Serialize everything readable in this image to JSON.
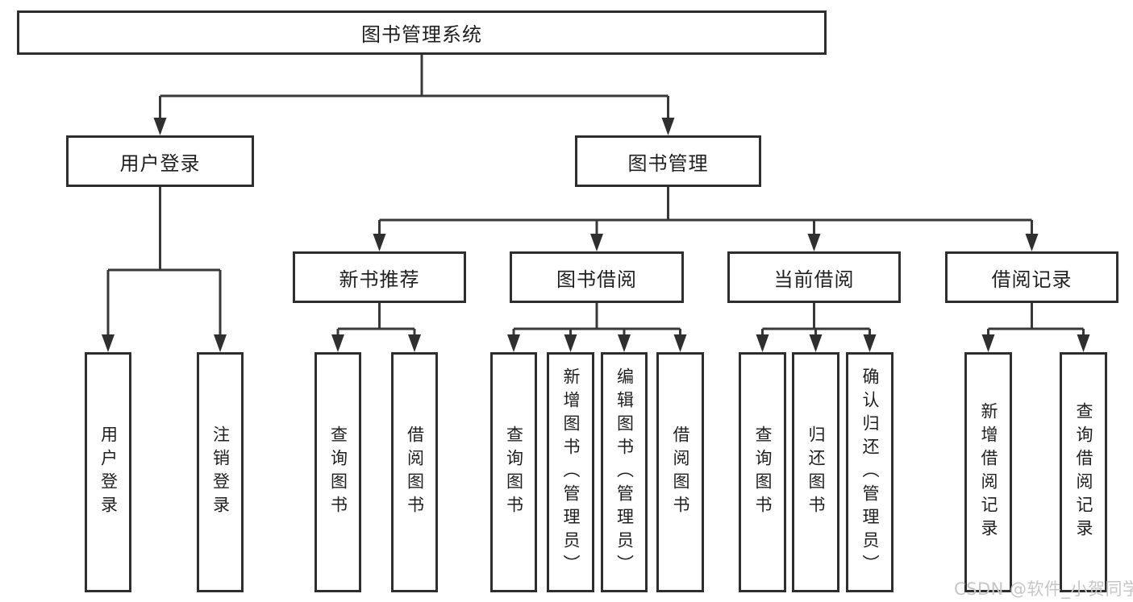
{
  "diagram": {
    "root": {
      "label": "图书管理系统"
    },
    "branches": [
      {
        "label": "用户登录",
        "children": [
          {
            "label": "用户登录"
          },
          {
            "label": "注销登录"
          }
        ]
      },
      {
        "label": "图书管理",
        "children": [
          {
            "label": "新书推荐",
            "children": [
              {
                "label": "查询图书"
              },
              {
                "label": "借阅图书"
              }
            ]
          },
          {
            "label": "图书借阅",
            "children": [
              {
                "label": "查询图书"
              },
              {
                "label": "新增图书（管理员）"
              },
              {
                "label": "编辑图书（管理员）"
              },
              {
                "label": "借阅图书"
              }
            ]
          },
          {
            "label": "当前借阅",
            "children": [
              {
                "label": "查询图书"
              },
              {
                "label": "归还图书"
              },
              {
                "label": "确认归还（管理员）"
              }
            ]
          },
          {
            "label": "借阅记录",
            "children": [
              {
                "label": "新增借阅记录"
              },
              {
                "label": "查询借阅记录"
              }
            ]
          }
        ]
      }
    ]
  },
  "watermark": {
    "text": "CSDN @软件_小贺同学"
  },
  "colors": {
    "line": "#383838",
    "border": "#2e2e2e",
    "text": "#1f1f1f",
    "background": "#ffffff",
    "watermark": "#c6c6c6"
  }
}
